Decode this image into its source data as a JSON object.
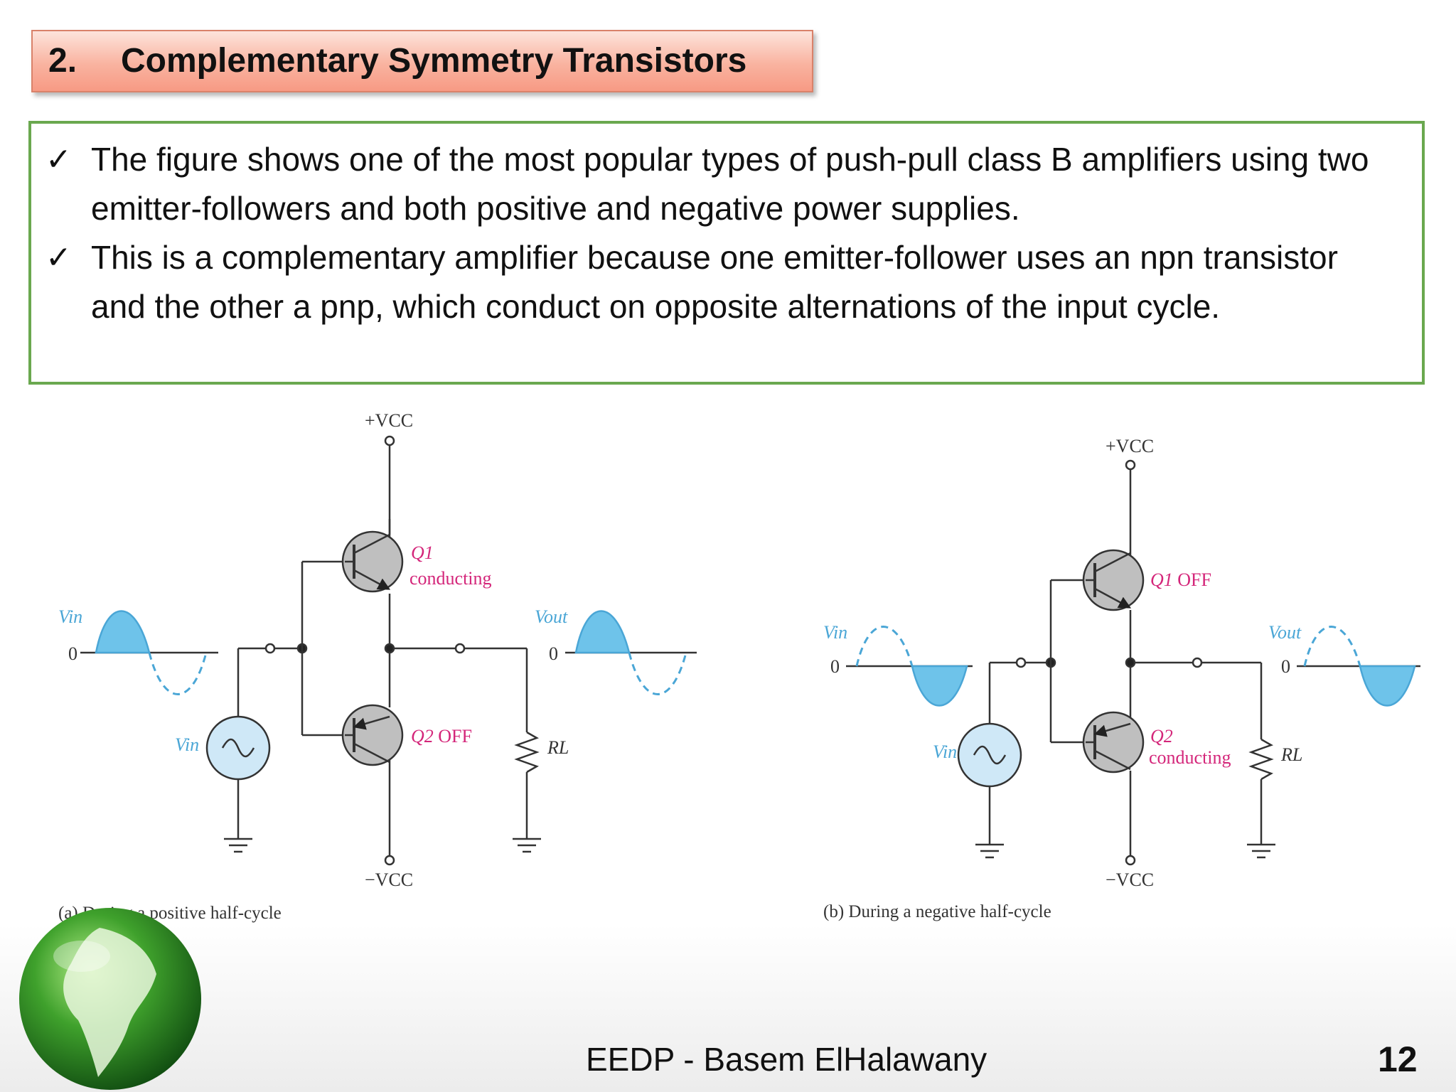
{
  "slide": {
    "title_number": "2.",
    "title": "Complementary Symmetry Transistors",
    "bullets": [
      "The figure shows one of the most popular types of push-pull class B amplifiers using two emitter-followers and both positive and negative power supplies.",
      "This is a complementary amplifier because one emitter-follower uses an npn transistor and the other a pnp, which conduct on opposite alternations of the input cycle."
    ],
    "check_mark": "✓",
    "footer": "EEDP - Basem ElHalawany",
    "page_number": "12"
  },
  "circuit_a": {
    "vcc_pos": "+VCC",
    "vcc_neg": "−VCC",
    "vin_label": "Vin",
    "vout_label": "Vout",
    "zero": "0",
    "source_label": "Vin",
    "q1_name": "Q1",
    "q1_state": "conducting",
    "q2_name": "Q2",
    "q2_state": "OFF",
    "load_label": "RL",
    "caption": "(a) During a positive half-cycle"
  },
  "circuit_b": {
    "vcc_pos": "+VCC",
    "vcc_neg": "−VCC",
    "vin_label": "Vin",
    "vout_label": "Vout",
    "zero": "0",
    "source_label": "Vin",
    "q1_name": "Q1",
    "q1_state": "OFF",
    "q2_name": "Q2",
    "q2_state": "conducting",
    "load_label": "RL",
    "caption": "(b) During a negative half-cycle"
  },
  "colors": {
    "label_magenta": "#d4267a",
    "wave_fill": "#6ec3ea",
    "wave_dash": "#4aa6d6",
    "source_fill": "#cfe8f7",
    "transistor_fill": "#bfbfbf",
    "frame_green": "#6aa84f"
  }
}
